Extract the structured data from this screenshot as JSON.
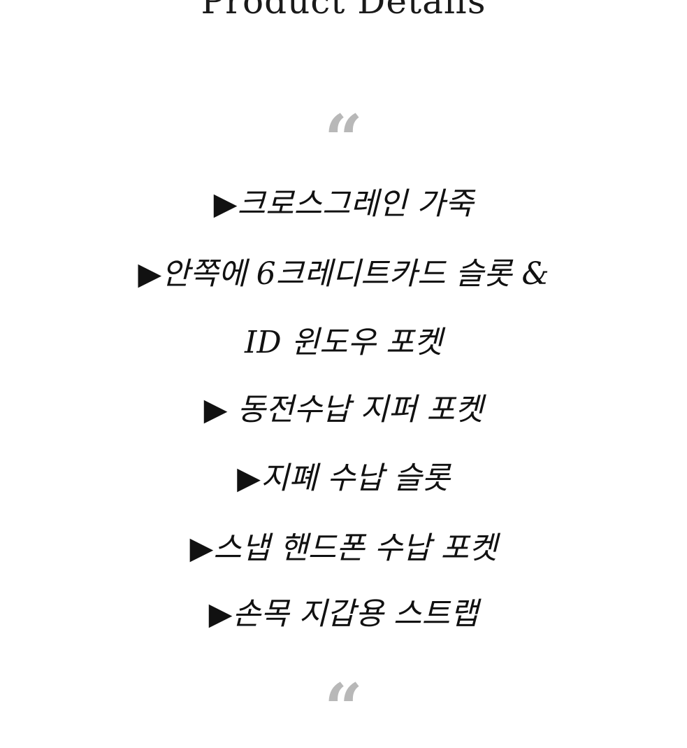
{
  "header": {
    "title": "Product Details"
  },
  "decor": {
    "open_quote": "“",
    "quote_color": "#b8b8b8"
  },
  "details": {
    "lines": [
      "▶크로스그레인 가죽",
      "▶안쪽에 6크레디트카드 슬롯 &",
      "ID 윈도우 포켓",
      "▶ 동전수납 지퍼 포켓",
      "▶지폐 수납 슬롯",
      "▶스냅 핸드폰 수납 포켓",
      "▶손목 지갑용 스트랩"
    ]
  }
}
